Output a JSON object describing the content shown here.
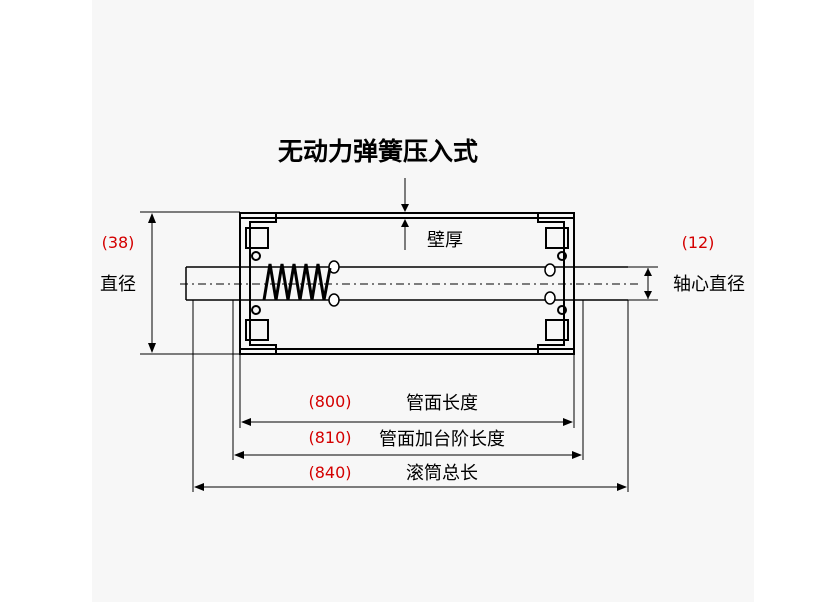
{
  "title": "无动力弹簧压入式",
  "labels": {
    "wall_thickness": "壁厚",
    "diameter": "直径",
    "shaft_diameter": "轴心直径",
    "tube_face_length": "管面长度",
    "tube_face_step_length": "管面加台阶长度",
    "roller_total_length": "滚筒总长"
  },
  "values": {
    "diameter": "(38)",
    "shaft_diameter": "(12)",
    "tube_face_length": "(800)",
    "tube_face_step_length": "(810)",
    "roller_total_length": "(840)"
  },
  "colors": {
    "value_text": "#d40000",
    "line": "#000000",
    "panel": "#f7f7f7"
  }
}
